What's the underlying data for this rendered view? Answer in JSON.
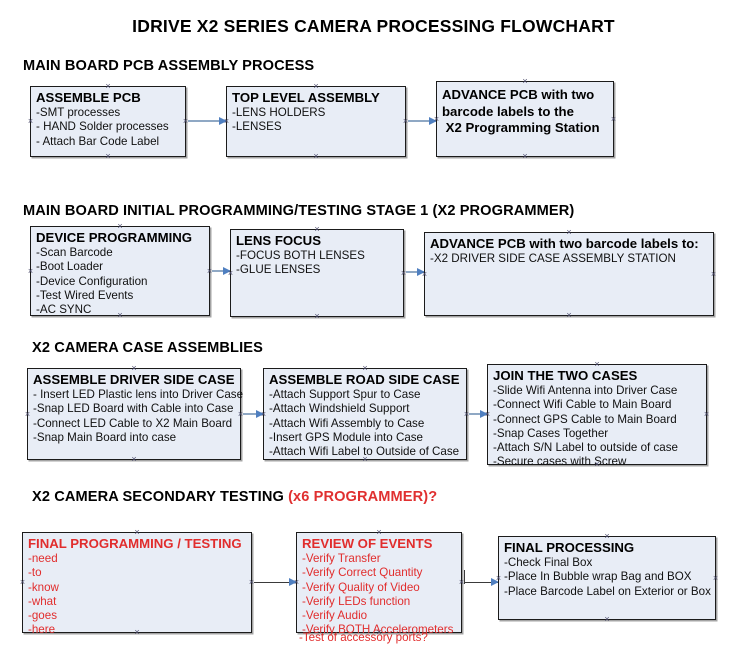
{
  "document": {
    "title": "IDRIVE X2  SERIES CAMERA PROCESSING FLOWCHART"
  },
  "colors": {
    "node_fill": "#e8edf6",
    "node_border": "#1b1b1b",
    "accent_red": "#e12d2d",
    "arrow_blue": "#4f7fc0",
    "connector_gray": "#8fa8c4",
    "text_black": "#000000"
  },
  "sections": [
    {
      "id": "main-board-pcb-assembly",
      "heading": "MAIN BOARD PCB ASSEMBLY PROCESS",
      "heading_accent": "",
      "nodes": [
        {
          "id": "assemble-pcb",
          "title": "ASSEMBLE PCB",
          "lines": [
            "-SMT processes",
            "- HAND Solder processes",
            "- Attach Bar Code Label"
          ],
          "color": "black"
        },
        {
          "id": "top-level-assembly",
          "title": "TOP LEVEL ASSEMBLY",
          "lines": [
            "-LENS HOLDERS",
            "-LENSES"
          ],
          "color": "black"
        },
        {
          "id": "advance-pcb-programming-station",
          "title": "ADVANCE PCB with two\nbarcode labels to the\n X2 Programming Station",
          "lines": [],
          "color": "black"
        }
      ]
    },
    {
      "id": "main-board-initial-programming",
      "heading": "MAIN BOARD INITIAL PROGRAMMING/TESTING STAGE 1 (X2 PROGRAMMER)",
      "heading_accent": "",
      "nodes": [
        {
          "id": "device-programming",
          "title": "DEVICE PROGRAMMING",
          "lines": [
            "-Scan Barcode",
            "-Boot Loader",
            "-Device Configuration",
            "-Test Wired Events",
            "-AC SYNC"
          ],
          "color": "black"
        },
        {
          "id": "lens-focus",
          "title": "LENS FOCUS",
          "lines": [
            "-FOCUS BOTH LENSES",
            "-GLUE LENSES"
          ],
          "color": "black"
        },
        {
          "id": "advance-pcb-driver-side-case",
          "title": "ADVANCE PCB with two barcode labels to:",
          "lines": [
            "-X2 DRIVER  SIDE  CASE  ASSEMBLY STATION"
          ],
          "color": "black"
        }
      ]
    },
    {
      "id": "x2-camera-case-assemblies",
      "heading": "X2 CAMERA CASE ASSEMBLIES",
      "heading_accent": "",
      "nodes": [
        {
          "id": "assemble-driver-side-case",
          "title": "ASSEMBLE DRIVER SIDE CASE",
          "lines": [
            "- Insert LED Plastic lens into Driver Case",
            "-Snap LED Board with Cable into Case",
            "-Connect LED Cable to X2 Main Board",
            "-Snap Main Board into case"
          ],
          "color": "black"
        },
        {
          "id": "assemble-road-side-case",
          "title": "ASSEMBLE ROAD SIDE CASE",
          "lines": [
            "-Attach Support Spur to Case",
            "-Attach Windshield Support",
            "-Attach Wifi Assembly to Case",
            "-Insert GPS Module into Case",
            "-Attach Wifi Label to Outside of Case"
          ],
          "color": "black"
        },
        {
          "id": "join-the-two-cases",
          "title": "JOIN THE TWO CASES",
          "lines": [
            "-Slide Wifi Antenna into Driver Case",
            "-Connect Wifi Cable to Main Board",
            "-Connect GPS Cable to Main Board",
            "-Snap Cases Together",
            "-Attach S/N Label to outside of case",
            "-Secure cases with Screw"
          ],
          "color": "black"
        }
      ]
    },
    {
      "id": "x2-camera-secondary-testing",
      "heading": "X2 CAMERA SECONDARY TESTING ",
      "heading_accent": "(x6 PROGRAMMER)?",
      "nodes": [
        {
          "id": "final-programming-testing",
          "title": "FINAL PROGRAMMING / TESTING",
          "lines": [
            "-need",
            "-to",
            "-know",
            "-what",
            "-goes",
            "-here"
          ],
          "color": "red"
        },
        {
          "id": "review-of-events",
          "title": "REVIEW OF EVENTS",
          "lines": [
            "-Verify Transfer",
            "-Verify Correct Quantity",
            "-Verify Quality of Video",
            "-Verify LEDs function",
            "-Verify Audio",
            "-Verify BOTH Accelerometers"
          ],
          "overflow_line": "-Test of accessory ports?",
          "color": "red"
        },
        {
          "id": "final-processing",
          "title": "FINAL PROCESSING",
          "lines": [
            "-Check Final Box",
            "-Place In Bubble wrap Bag and BOX",
            "-Place Barcode Label on Exterior or Box"
          ],
          "color": "black"
        }
      ]
    }
  ]
}
